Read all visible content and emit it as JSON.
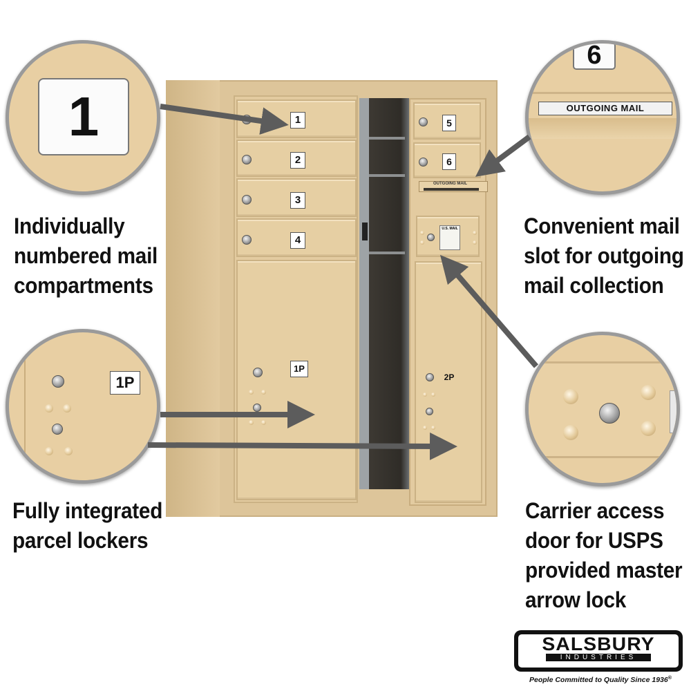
{
  "captions": {
    "compartments": [
      "Individually",
      "numbered mail",
      "compartments"
    ],
    "outgoing": [
      "Convenient mail",
      "slot for outgoing",
      "mail collection"
    ],
    "parcel": [
      "Fully integrated",
      "parcel lockers"
    ],
    "carrier": [
      "Carrier access",
      "door for USPS",
      "provided master",
      "arrow lock"
    ]
  },
  "zoom": {
    "compartment_number": "1",
    "outgoing_number": "6",
    "outgoing_label": "OUTGOING MAIL",
    "parcel_number": "1P"
  },
  "mailbox": {
    "compartments": [
      "1",
      "2",
      "3",
      "4",
      "5",
      "6"
    ],
    "parcels": [
      "1P",
      "2P"
    ],
    "slot_label": "OUTGOING MAIL",
    "usmail_label": "U.S. MAIL"
  },
  "brand": {
    "name": "SALSBURY",
    "sub": "INDUSTRIES",
    "tagline": "People Committed to Quality Since 1936",
    "trademark": "®"
  },
  "colors": {
    "sand": "#e6cfa3",
    "frame": "#d9c196",
    "interior": "#3a352e",
    "arrow": "#5c5c5c"
  }
}
